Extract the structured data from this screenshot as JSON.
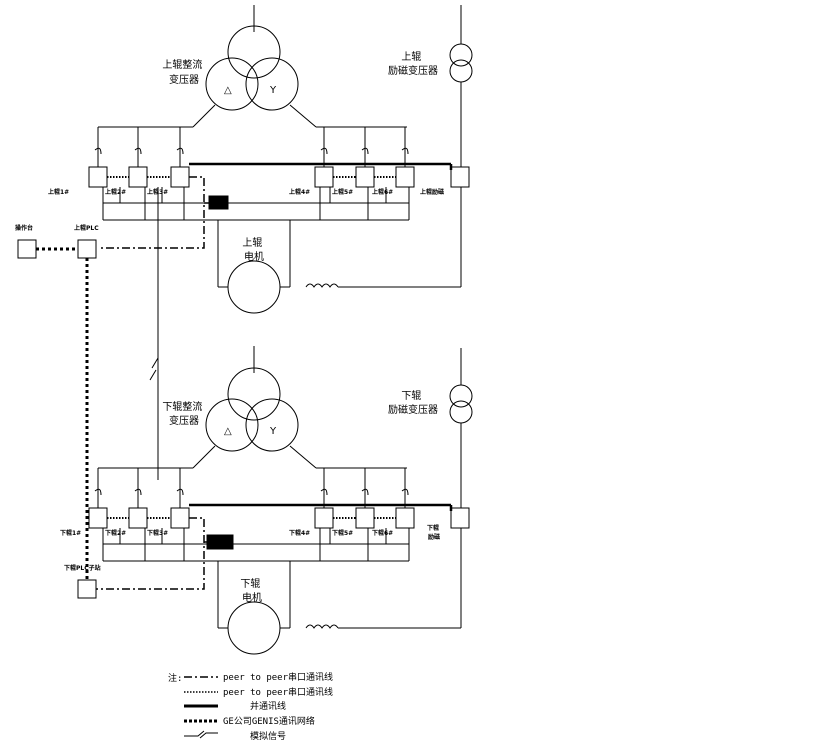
{
  "upper": {
    "rectifier_transformer": "上辊整流\n变压器",
    "excitation_transformer": "上辊\n励磁变压器",
    "motor": "上辊\n电机",
    "delta": "△",
    "wye": "Y",
    "units": [
      "上辊1#",
      "上辊2#",
      "上辊3#",
      "上辊4#",
      "上辊5#",
      "上辊6#"
    ],
    "excitation_unit": "上辊励磁",
    "plc": "上辊PLC"
  },
  "lower": {
    "rectifier_transformer": "下辊整流\n变压器",
    "excitation_transformer": "下辊\n励磁变压器",
    "motor": "下辊\n电机",
    "delta": "△",
    "wye": "Y",
    "units": [
      "下辊1#",
      "下辊2#",
      "下辊3#",
      "下辊4#",
      "下辊5#",
      "下辊6#"
    ],
    "excitation_unit": "下辊\n励磁",
    "plc": "下辊PLC子站"
  },
  "console": "操作台",
  "legend": {
    "title": "注:",
    "items": [
      {
        "style": "dash-dot",
        "text": "peer to peer串口通讯线"
      },
      {
        "style": "dotted",
        "text": "peer to peer串口通讯线"
      },
      {
        "style": "thick",
        "text": "并通讯线"
      },
      {
        "style": "dashed-thick",
        "text": "GE公司GENIS通讯网络"
      },
      {
        "style": "break",
        "text": "模拟信号"
      }
    ]
  }
}
